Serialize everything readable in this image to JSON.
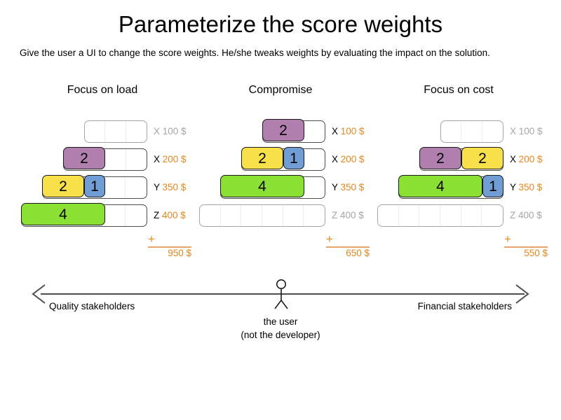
{
  "header": {
    "title": "Parameterize the score weights",
    "subtitle": "Give the user a UI to change the score weights. He/she tweaks weights by evaluating the impact on the solution."
  },
  "palette": {
    "purple": "#b07fae",
    "yellow": "#f7e04a",
    "blue": "#6f9dd4",
    "green": "#8ae033",
    "orange": "#e8861e",
    "gray": "#a6a6a6",
    "outline": "#1a1a1a"
  },
  "columns": [
    {
      "title": "Focus on load",
      "rows": [
        {
          "key": "X",
          "price": "100 $",
          "active": false,
          "cells": 3,
          "segments": []
        },
        {
          "key": "X",
          "price": "200 $",
          "active": true,
          "cells": 4,
          "segments": [
            {
              "value": "2",
              "units": 2,
              "color": "purple"
            }
          ]
        },
        {
          "key": "Y",
          "price": "350 $",
          "active": true,
          "cells": 5,
          "segments": [
            {
              "value": "2",
              "units": 2,
              "color": "yellow"
            },
            {
              "value": "1",
              "units": 1,
              "color": "blue"
            }
          ]
        },
        {
          "key": "Z",
          "price": "400 $",
          "active": true,
          "cells": 6,
          "segments": [
            {
              "value": "4",
              "units": 4,
              "color": "green"
            }
          ]
        }
      ],
      "sum_symbol": "+",
      "total": "950 $"
    },
    {
      "title": "Compromise",
      "rows": [
        {
          "key": "X",
          "price": "100 $",
          "active": true,
          "cells": 3,
          "segments": [
            {
              "value": "2",
              "units": 2,
              "color": "purple"
            }
          ]
        },
        {
          "key": "X",
          "price": "200 $",
          "active": true,
          "cells": 4,
          "segments": [
            {
              "value": "2",
              "units": 2,
              "color": "yellow"
            },
            {
              "value": "1",
              "units": 1,
              "color": "blue"
            }
          ]
        },
        {
          "key": "Y",
          "price": "350 $",
          "active": true,
          "cells": 5,
          "segments": [
            {
              "value": "4",
              "units": 4,
              "color": "green"
            }
          ]
        },
        {
          "key": "Z",
          "price": "400 $",
          "active": false,
          "cells": 6,
          "segments": []
        }
      ],
      "sum_symbol": "+",
      "total": "650 $"
    },
    {
      "title": "Focus on cost",
      "rows": [
        {
          "key": "X",
          "price": "100 $",
          "active": false,
          "cells": 3,
          "segments": []
        },
        {
          "key": "X",
          "price": "200 $",
          "active": true,
          "cells": 4,
          "segments": [
            {
              "value": "2",
              "units": 2,
              "color": "purple"
            },
            {
              "value": "2",
              "units": 2,
              "color": "yellow"
            }
          ]
        },
        {
          "key": "Y",
          "price": "350 $",
          "active": true,
          "cells": 5,
          "segments": [
            {
              "value": "4",
              "units": 4,
              "color": "green"
            },
            {
              "value": "1",
              "units": 1,
              "color": "blue"
            }
          ]
        },
        {
          "key": "Z",
          "price": "400 $",
          "active": false,
          "cells": 6,
          "segments": []
        }
      ],
      "sum_symbol": "+",
      "total": "550 $"
    }
  ],
  "axis": {
    "left_label": "Quality stakeholders",
    "right_label": "Financial stakeholders",
    "actor_caption_line1": "the user",
    "actor_caption_line2": "(not the developer)"
  }
}
